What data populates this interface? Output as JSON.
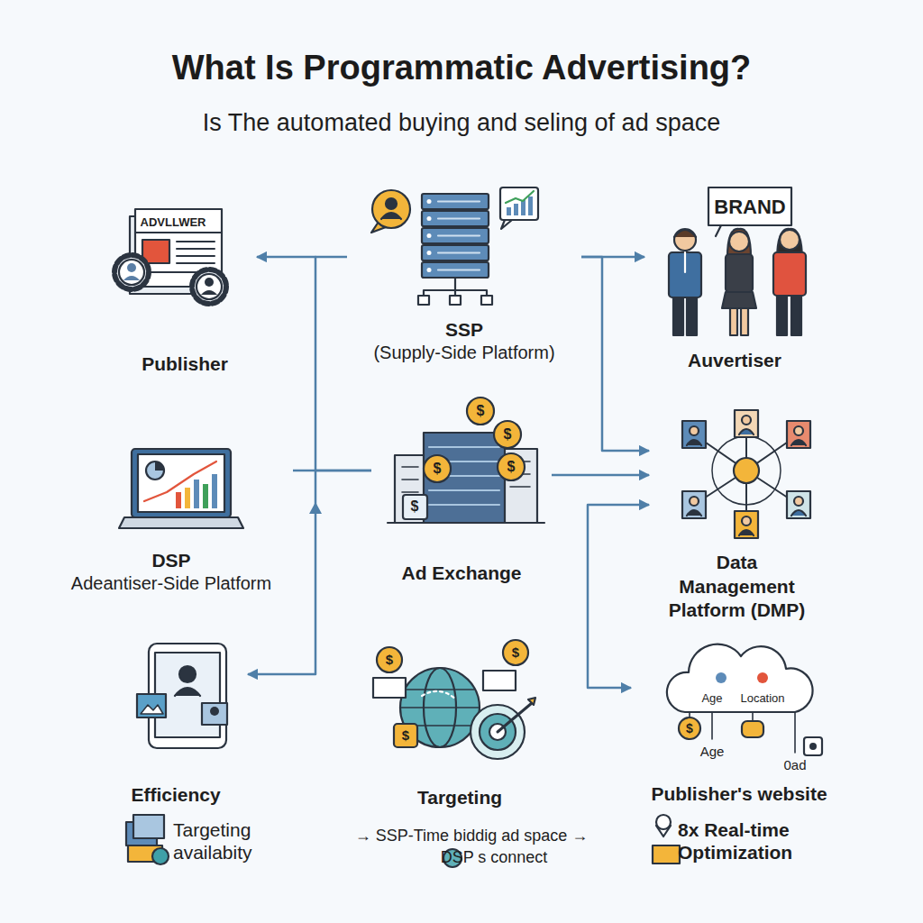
{
  "diagram": {
    "title": "What Is Programmatic Advertising?",
    "nodes": [
      {
        "text": [
          "Publisher"
        ]
      },
      {
        "text": [
          "SSP",
          "(Supply-Side Platform)"
        ]
      },
      {
        "text": [
          "Auvertiser"
        ]
      },
      {
        "text": [
          "DSP",
          "Adeantiser-Side Platform"
        ]
      },
      {
        "text": [
          "Ad Exchange"
        ]
      },
      {
        "text": [
          "Data Management Platform (DMP)"
        ]
      },
      {
        "text": [
          "Efficiency"
        ]
      },
      {
        "text": [
          "Targeting"
        ]
      },
      {
        "text": [
          "Publisher's website"
        ]
      }
    ],
    "edges": [
      {
        "from": 1,
        "to": 0,
        "arrow": "to"
      },
      {
        "from": 1,
        "to": 2,
        "arrow": "to"
      },
      {
        "from": 1,
        "to": 5,
        "arrow": "to"
      },
      {
        "from": 3,
        "to": 4,
        "arrow": "none"
      },
      {
        "from": 4,
        "to": 6,
        "arrow": "to"
      },
      {
        "from": 4,
        "to": 5,
        "arrow": "to"
      },
      {
        "from": 5,
        "to": 8,
        "arrow": "both"
      }
    ],
    "labels": [
      "Is The automated buying and seling of ad space",
      "ADVLLWER",
      "BRAND",
      "$",
      "$",
      "$",
      "$",
      "$",
      "$",
      "$",
      "$",
      "Age",
      "Location",
      "$",
      "Age",
      "0ad",
      "Targeting availabity",
      "→ SSP-Time biddig ad space →",
      "DSP s connect",
      "8x Real-time Optimization"
    ]
  }
}
